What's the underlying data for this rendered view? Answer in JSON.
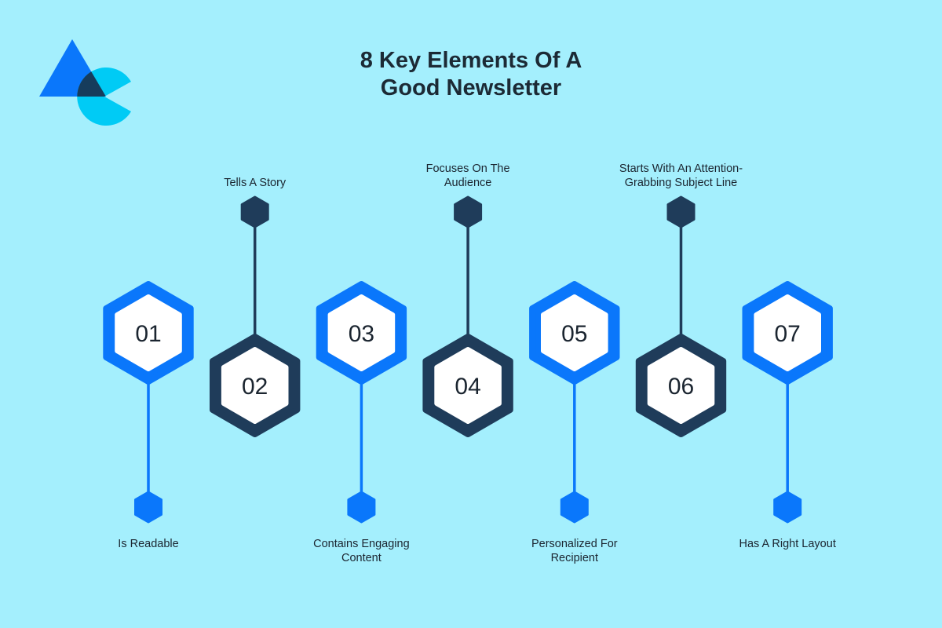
{
  "title": {
    "line1": "8 Key Elements Of A",
    "line2": "Good Newsletter"
  },
  "logo": {
    "name": "logo-icon"
  },
  "colors": {
    "background": "#a4effd",
    "blue": "#0a77fb",
    "dark": "#1f3c5a",
    "cyan": "#00cbf5",
    "overlap": "#163c5c"
  },
  "items": [
    {
      "number": "01",
      "label": "Is Readable",
      "position": "bottom",
      "color": "blue"
    },
    {
      "number": "02",
      "label": "Tells A Story",
      "position": "top",
      "color": "dark"
    },
    {
      "number": "03",
      "label": "Contains Engaging Content",
      "position": "bottom",
      "color": "blue"
    },
    {
      "number": "04",
      "label": "Focuses On The Audience",
      "position": "top",
      "color": "dark"
    },
    {
      "number": "05",
      "label": "Personalized For Recipient",
      "position": "bottom",
      "color": "blue"
    },
    {
      "number": "06",
      "label": "Starts With An Attention-Grabbing Subject Line",
      "position": "top",
      "color": "dark"
    },
    {
      "number": "07",
      "label": "Has A Right Layout",
      "position": "bottom",
      "color": "blue"
    }
  ]
}
